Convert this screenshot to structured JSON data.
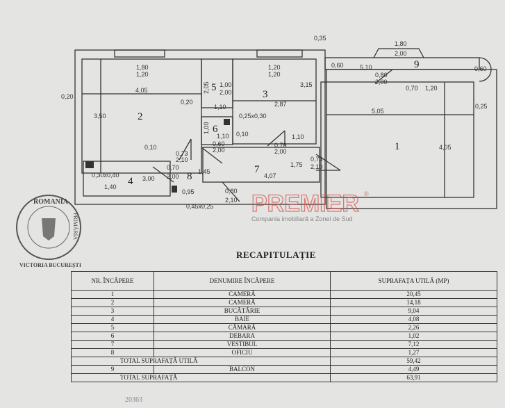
{
  "plan": {
    "rooms": [
      "1",
      "2",
      "3",
      "4",
      "5",
      "6",
      "7",
      "8",
      "9"
    ],
    "dims": [
      "1,80",
      "1,20",
      "4,05",
      "3,50",
      "0,20",
      "0,10",
      "2,05",
      "1,00",
      "2,00",
      "1,10",
      "1,20",
      "1,20",
      "3,15",
      "2,87",
      "0,25x0,30",
      "1,00",
      "1,10",
      "0,10",
      "0,60",
      "2,00",
      "0,70",
      "2,00",
      "1,10",
      "0,73",
      "2,10",
      "0,70",
      "2,00",
      "1,45",
      "4,07",
      "1,75",
      "0,73",
      "2,10",
      "0,30x0,40",
      "1,40",
      "3,00",
      "0,95",
      "0,45x0,25",
      "0,80",
      "2,10",
      "0,35",
      "0,60",
      "5,10",
      "1,80",
      "2,00",
      "0,80",
      "2,00",
      "0,70",
      "1,20",
      "0,60",
      "5,05",
      "4,05",
      "0,25",
      "0,20"
    ]
  },
  "stamp": {
    "top": "ROMANIA",
    "right": "PRIMĂRIA",
    "bottom": "VICTORIA BUCUREȘTI"
  },
  "watermark": {
    "brand": "PREMIER",
    "tagline": "Compania imobiliară a Zonei de Sud",
    "mark": "®"
  },
  "recap": {
    "title": "RECAPITULAȚIE",
    "headers": {
      "nr": "NR. ÎNCĂPERE",
      "name": "DENUMIRE ÎNCĂPERE",
      "area": "SUPRAFAȚA UTILĂ (MP)"
    },
    "rows": [
      {
        "nr": "1",
        "name": "CAMERĂ",
        "area": "20,45"
      },
      {
        "nr": "2",
        "name": "CAMERĂ",
        "area": "14,18"
      },
      {
        "nr": "3",
        "name": "BUCĂTĂRIE",
        "area": "9,04"
      },
      {
        "nr": "4",
        "name": "BAIE",
        "area": "4,08"
      },
      {
        "nr": "5",
        "name": "CĂMARĂ",
        "area": "2,26"
      },
      {
        "nr": "6",
        "name": "DEBARA",
        "area": "1,02"
      },
      {
        "nr": "7",
        "name": "VESTIBUL",
        "area": "7,12"
      },
      {
        "nr": "8",
        "name": "OFICIU",
        "area": "1,27"
      }
    ],
    "total_util": {
      "label": "TOTAL   SUPRAFAȚĂ  UTILĂ",
      "area": "59,42"
    },
    "balcony": {
      "nr": "9",
      "name": "BALCON",
      "area": "4,49"
    },
    "total": {
      "label": "TOTAL   SUPRAFAȚĂ",
      "area": "63,91"
    }
  },
  "footer_note": "20363"
}
